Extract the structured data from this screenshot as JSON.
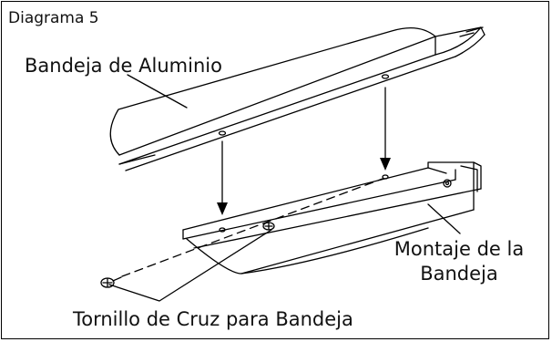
{
  "diagram": {
    "title": "Diagrama 5",
    "label_tray": "Bandeja de Aluminio",
    "label_mount_line1": "Montaje de la",
    "label_mount_line2": "Bandeja",
    "label_screw": "Tornillo de Cruz para Bandeja"
  },
  "colors": {
    "line": "#000000",
    "background": "#ffffff"
  }
}
